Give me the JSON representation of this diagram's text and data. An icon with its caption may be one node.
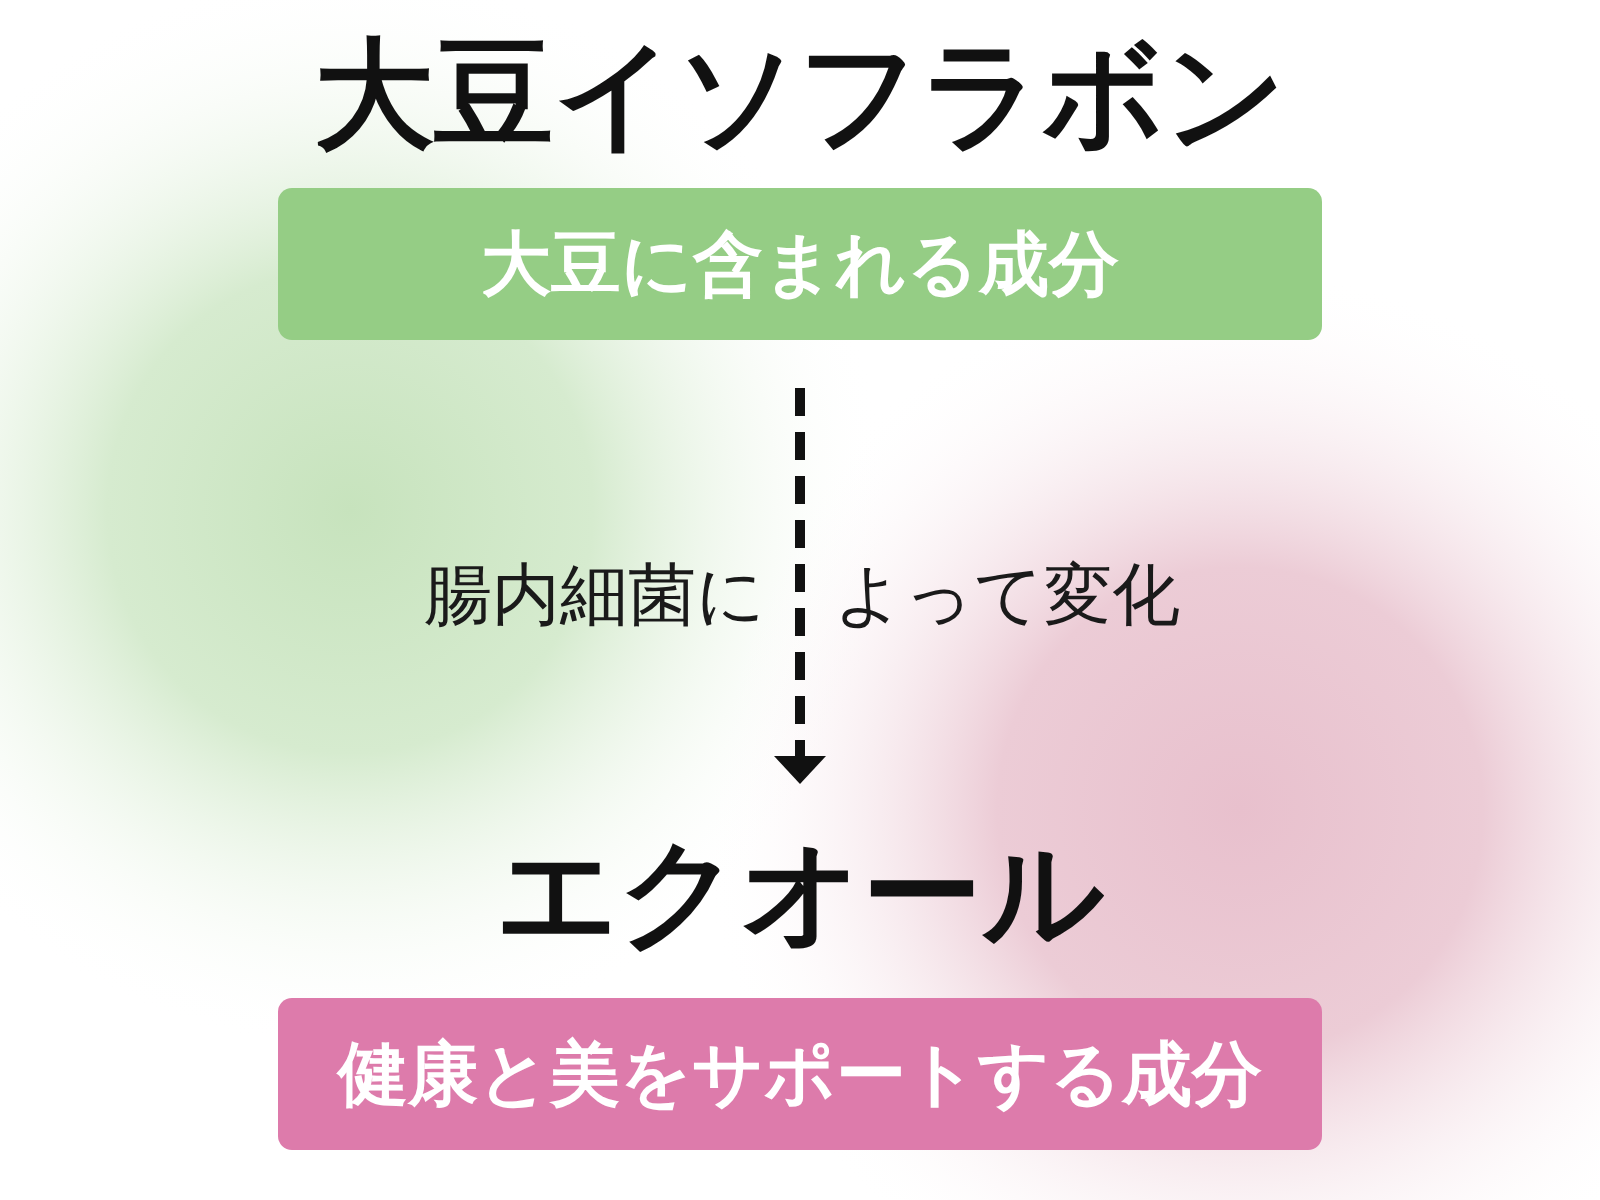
{
  "diagram": {
    "nodes": [
      {
        "text": [
          "大豆イソフラボン",
          "大豆に含まれる成分"
        ]
      },
      {
        "text": [
          "エクオール",
          "健康と美をサポートする成分"
        ]
      }
    ],
    "edges": [
      {
        "from": 0,
        "to": 1,
        "arrow": "to",
        "style": "dashed",
        "label": "腸内細菌によって変化"
      }
    ]
  }
}
